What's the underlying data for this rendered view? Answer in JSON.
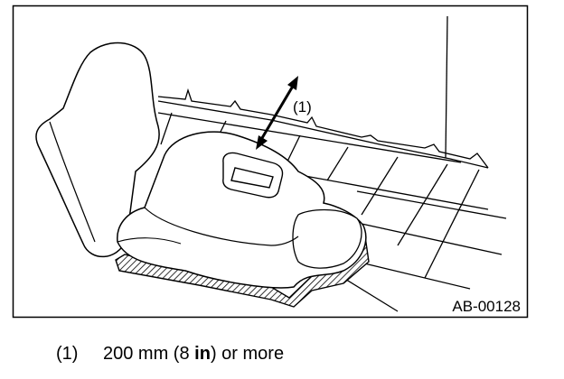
{
  "figure": {
    "callout_label": "(1)",
    "figure_id": "AB-00128"
  },
  "legend": {
    "item_number": "(1)",
    "text_before": "200 mm (8 ",
    "text_bold": "in",
    "text_after": ") or more"
  }
}
